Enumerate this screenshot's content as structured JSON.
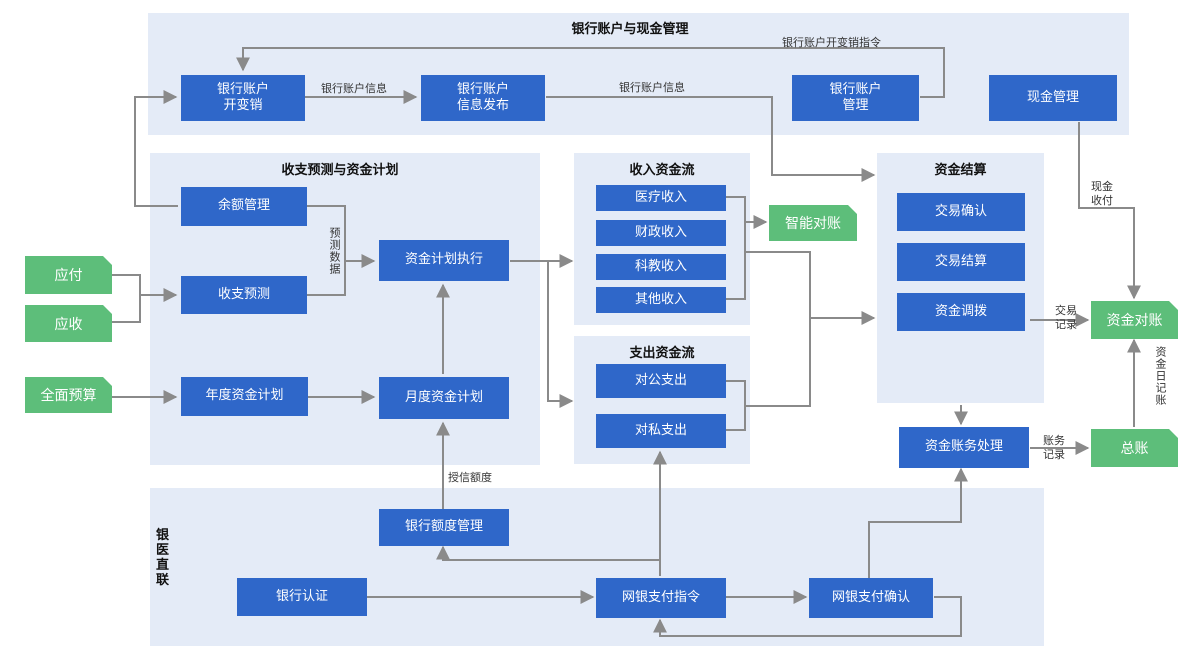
{
  "regions": {
    "bank_account_cash": "银行账户与现金管理",
    "forecast_plan": "收支预测与资金计划",
    "income_flow": "收入资金流",
    "expense_flow": "支出资金流",
    "settlement": "资金结算",
    "bank_hospital": "银医直联"
  },
  "boxes": {
    "open_close_line1": "银行账户",
    "open_close_line2": "开变销",
    "info_publish_line1": "银行账户",
    "info_publish_line2": "信息发布",
    "account_mgmt_line1": "银行账户",
    "account_mgmt_line2": "管理",
    "cash_mgmt": "现金管理",
    "balance_mgmt": "余额管理",
    "forecast": "收支预测",
    "plan_exec": "资金计划执行",
    "annual_plan": "年度资金计划",
    "monthly_plan": "月度资金计划",
    "medical_income": "医疗收入",
    "fiscal_income": "财政收入",
    "science_income": "科教收入",
    "other_income": "其他收入",
    "public_pay": "对公支出",
    "private_pay": "对私支出",
    "trade_confirm": "交易确认",
    "trade_settle": "交易结算",
    "fund_allocate": "资金调拨",
    "accounting": "资金账务处理",
    "credit_mgmt": "银行额度管理",
    "bank_auth": "银行认证",
    "pay_order": "网银支付指令",
    "pay_confirm": "网银支付确认"
  },
  "tags": {
    "payable": "应付",
    "receivable": "应收",
    "budget": "全面预算",
    "smart_recon": "智能对账",
    "fund_recon": "资金对账",
    "ledger": "总账"
  },
  "labels": {
    "open_close_cmd": "银行账户开变销指令",
    "account_info_1": "银行账户信息",
    "account_info_2": "银行账户信息",
    "forecast_data": "预测数据",
    "cash_receipt_line1": "现金",
    "cash_receipt_line2": "收付",
    "trade_record_line1": "交易",
    "trade_record_line2": "记录",
    "account_record_line1": "账务",
    "account_record_line2": "记录",
    "fund_journal": "资金日记账",
    "credit_limit": "授信额度"
  },
  "colors": {
    "box": "#2f67c9",
    "tag": "#5dbe7a",
    "region": "#e4ebf7",
    "connector": "#8a8a8a"
  }
}
